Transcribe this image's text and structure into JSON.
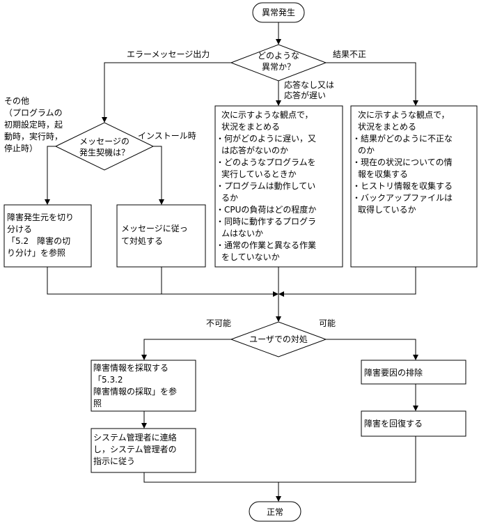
{
  "start": "異常発生",
  "end": "正常",
  "decision1": {
    "line1": "どのような",
    "line2": "異常か？"
  },
  "edge_error_message": "エラーメッセージ出力",
  "edge_wrong_result": "結果不正",
  "edge_no_response": {
    "line1": "応答なし又は",
    "line2": "応答が遅い"
  },
  "edge_other": {
    "line1": "その他",
    "line2": "（プログラムの",
    "line3": "初期設定時，起",
    "line4": "動時，実行時，",
    "line5": "停止時）"
  },
  "decision2": {
    "line1": "メッセージの",
    "line2": "発生契機は？"
  },
  "edge_install": "インストール時",
  "box_isolate": {
    "line1": "障害発生元を切り",
    "line2": "分ける",
    "line3": "「5.2　障害の切",
    "line4": "り分け」を参照"
  },
  "box_follow_message": {
    "line1": "メッセージに従っ",
    "line2": "て対処する"
  },
  "box_response": {
    "line1": "次に示すような観点で，",
    "line2": "状況をまとめる",
    "line3": "・何がどのように遅い，又",
    "line4": "は応答がないのか",
    "line5": "・どのようなプログラムを",
    "line6": "実行しているときか",
    "line7": "・プログラムは動作してい",
    "line8": "るか",
    "line9": "・CPUの負荷はどの程度か",
    "line10": "・同時に動作するプログラ",
    "line11": "ムはないか",
    "line12": "・通常の作業と異なる作業",
    "line13": "をしていないか"
  },
  "box_result": {
    "line1": "次に示すような観点で，",
    "line2": "状況をまとめる",
    "line3": "・結果がどのように不正な",
    "line4": "のか",
    "line5": "・現在の状況についての情",
    "line6": "報を収集する",
    "line7": "・ヒストリ情報を収集する",
    "line8": "・バックアップファイルは",
    "line9": "取得しているか"
  },
  "decision3": "ユーザでの対処",
  "edge_impossible": "不可能",
  "edge_possible": "可能",
  "box_collect": {
    "line1": "障害情報を採取する",
    "line2": "「5.3.2",
    "line3": "障害情報の採取」を参",
    "line4": "照"
  },
  "box_contact": {
    "line1": "システム管理者に連絡",
    "line2": "し，システム管理者の",
    "line3": "指示に従う"
  },
  "box_remove_cause": "障害要因の排除",
  "box_recover": "障害を回復する"
}
